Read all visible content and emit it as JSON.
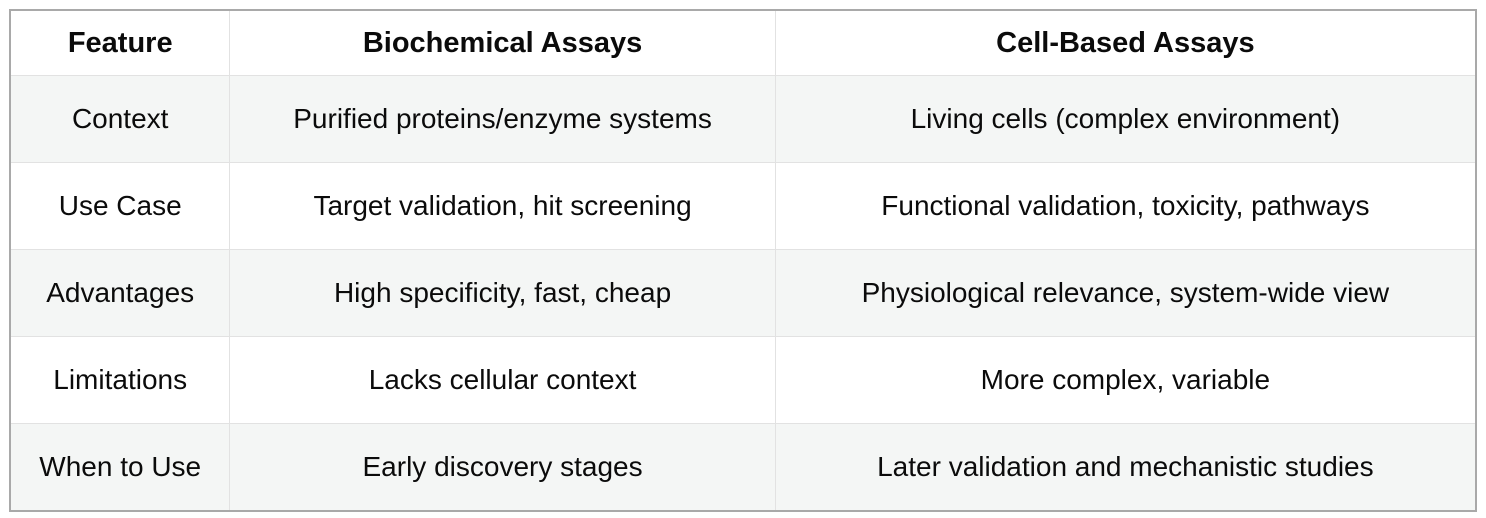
{
  "table": {
    "columns": [
      "Feature",
      "Biochemical Assays",
      "Cell-Based Assays"
    ],
    "rows": [
      [
        "Context",
        "Purified proteins/enzyme systems",
        "Living cells (complex environment)"
      ],
      [
        "Use Case",
        "Target validation, hit screening",
        "Functional validation, toxicity, pathways"
      ],
      [
        "Advantages",
        "High specificity, fast, cheap",
        "Physiological relevance, system-wide view"
      ],
      [
        "Limitations",
        "Lacks cellular context",
        "More complex, variable"
      ],
      [
        "When to Use",
        "Early discovery stages",
        "Later validation and mechanistic studies"
      ]
    ]
  },
  "colors": {
    "outer_border": "#a9a9a9",
    "inner_gridline": "#e2e2e2",
    "shaded_row_background": "#f4f6f5",
    "plain_row_background": "#ffffff",
    "text": "#0b0b0b"
  }
}
